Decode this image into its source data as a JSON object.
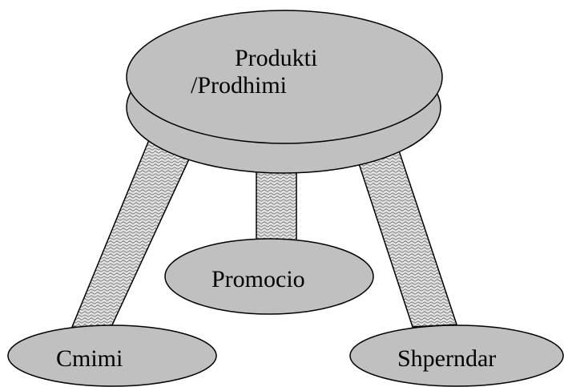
{
  "diagram": {
    "top_node": {
      "line1": "Produkti",
      "line2": "/Prodhimi"
    },
    "nodes": {
      "promotion": "Promocio",
      "price": "Cmimi",
      "distribution": "Shperndar"
    }
  },
  "colors": {
    "fill": "#c0c0c0",
    "stroke": "#000000",
    "leg_pattern_light": "#e6e6e6",
    "leg_pattern_dark": "#7a7a7a"
  }
}
